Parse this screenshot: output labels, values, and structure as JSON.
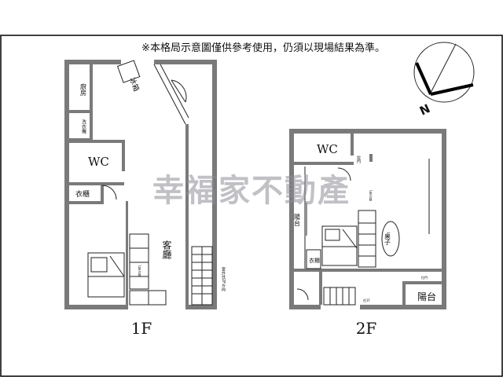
{
  "notice": "※本格局示意圖僅供參考使用，仍須以現場結果為準。",
  "watermark": "幸福家不動產",
  "compass": {
    "label": "N"
  },
  "floor1": {
    "title": "1F",
    "rooms": {
      "kitchen": "廚房",
      "fridge": "冰箱",
      "washer": "洗衣機",
      "wc": "WC",
      "wardrobe": "衣櫃",
      "living": "客廳",
      "stairs_note": "室外往2F方向",
      "sofa_label": "L型沙發"
    }
  },
  "floor2": {
    "title": "2F",
    "rooms": {
      "wc": "WC",
      "door_label": "拉門",
      "balcony_left": "陽台",
      "table": "桌子",
      "wardrobe": "衣櫃",
      "sofa_label": "L型沙發",
      "balcony_right": "陽台",
      "door_note": "往1F",
      "door_note2": "拉門"
    }
  },
  "colors": {
    "wall": "#7a7a7a",
    "frame": "#000000",
    "watermark": "#8c8c96"
  }
}
